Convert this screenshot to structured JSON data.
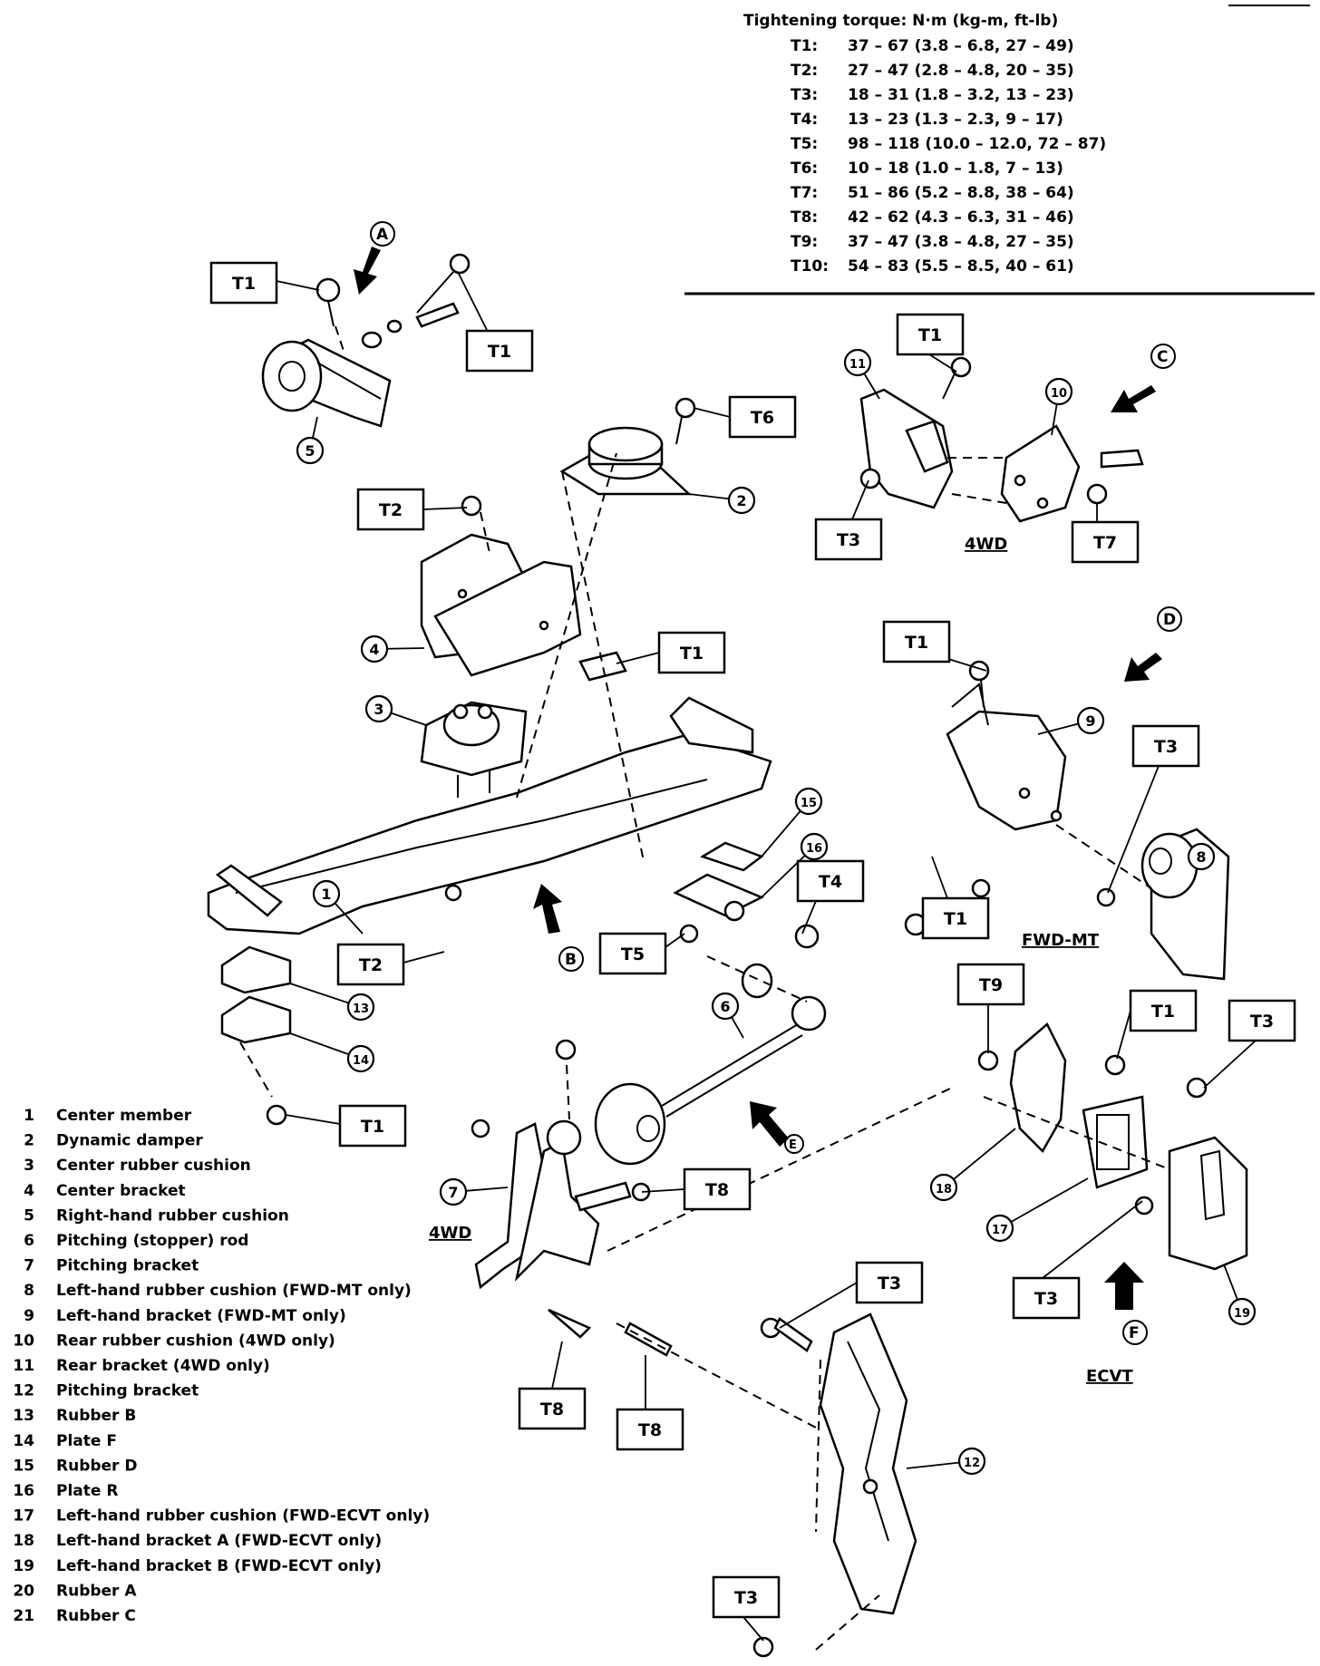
{
  "torque_table": {
    "heading": "Tightening torque:  N·m (kg-m, ft-lb)",
    "rows": [
      {
        "key": "T1:",
        "value": "37 – 67 (3.8 – 6.8, 27 – 49)"
      },
      {
        "key": "T2:",
        "value": "27 – 47 (2.8 – 4.8, 20 – 35)"
      },
      {
        "key": "T3:",
        "value": "18 – 31 (1.8 – 3.2, 13 – 23)"
      },
      {
        "key": "T4:",
        "value": "13 – 23 (1.3 – 2.3, 9 – 17)"
      },
      {
        "key": "T5:",
        "value": "98 – 118 (10.0 – 12.0, 72 – 87)"
      },
      {
        "key": "T6:",
        "value": "10 – 18 (1.0 – 1.8, 7 – 13)"
      },
      {
        "key": "T7:",
        "value": "51 – 86 (5.2 – 8.8, 38 – 64)"
      },
      {
        "key": "T8:",
        "value": "42 – 62 (4.3 – 6.3, 31 – 46)"
      },
      {
        "key": "T9:",
        "value": "37 – 47 (3.8 – 4.8, 27 – 35)"
      },
      {
        "key": "T10:",
        "value": "54 – 83 (5.5 – 8.5, 40 – 61)"
      }
    ]
  },
  "torque_tags": [
    "T1",
    "T1",
    "T6",
    "T2",
    "T1",
    "T2",
    "T5",
    "T4",
    "T1",
    "T1",
    "T3",
    "T7",
    "T1",
    "T3",
    "T1",
    "T9",
    "T1",
    "T3",
    "T3",
    "T8",
    "T8",
    "T8",
    "T3",
    "T3"
  ],
  "view_markers": [
    "A",
    "B",
    "C",
    "D",
    "E",
    "F"
  ],
  "section_labels": [
    "4WD",
    "FWD-MT",
    "4WD",
    "ECVT"
  ],
  "callouts": [
    "1",
    "2",
    "3",
    "4",
    "5",
    "6",
    "7",
    "8",
    "9",
    "10",
    "11",
    "12",
    "13",
    "14",
    "15",
    "16",
    "17",
    "18",
    "19"
  ],
  "legend": [
    {
      "num": "1",
      "text": "Center member"
    },
    {
      "num": "2",
      "text": "Dynamic damper"
    },
    {
      "num": "3",
      "text": "Center rubber cushion"
    },
    {
      "num": "4",
      "text": "Center bracket"
    },
    {
      "num": "5",
      "text": "Right-hand rubber cushion"
    },
    {
      "num": "6",
      "text": "Pitching (stopper) rod"
    },
    {
      "num": "7",
      "text": "Pitching bracket"
    },
    {
      "num": "8",
      "text": "Left-hand rubber cushion (FWD-MT only)"
    },
    {
      "num": "9",
      "text": "Left-hand bracket (FWD-MT only)"
    },
    {
      "num": "10",
      "text": "Rear rubber cushion (4WD only)"
    },
    {
      "num": "11",
      "text": "Rear bracket (4WD only)"
    },
    {
      "num": "12",
      "text": "Pitching bracket"
    },
    {
      "num": "13",
      "text": "Rubber B"
    },
    {
      "num": "14",
      "text": "Plate F"
    },
    {
      "num": "15",
      "text": "Rubber D"
    },
    {
      "num": "16",
      "text": "Plate R"
    },
    {
      "num": "17",
      "text": "Left-hand rubber cushion (FWD-ECVT only)"
    },
    {
      "num": "18",
      "text": "Left-hand bracket A (FWD-ECVT only)"
    },
    {
      "num": "19",
      "text": "Left-hand bracket B (FWD-ECVT only)"
    },
    {
      "num": "20",
      "text": "Rubber A"
    },
    {
      "num": "21",
      "text": "Rubber C"
    }
  ]
}
